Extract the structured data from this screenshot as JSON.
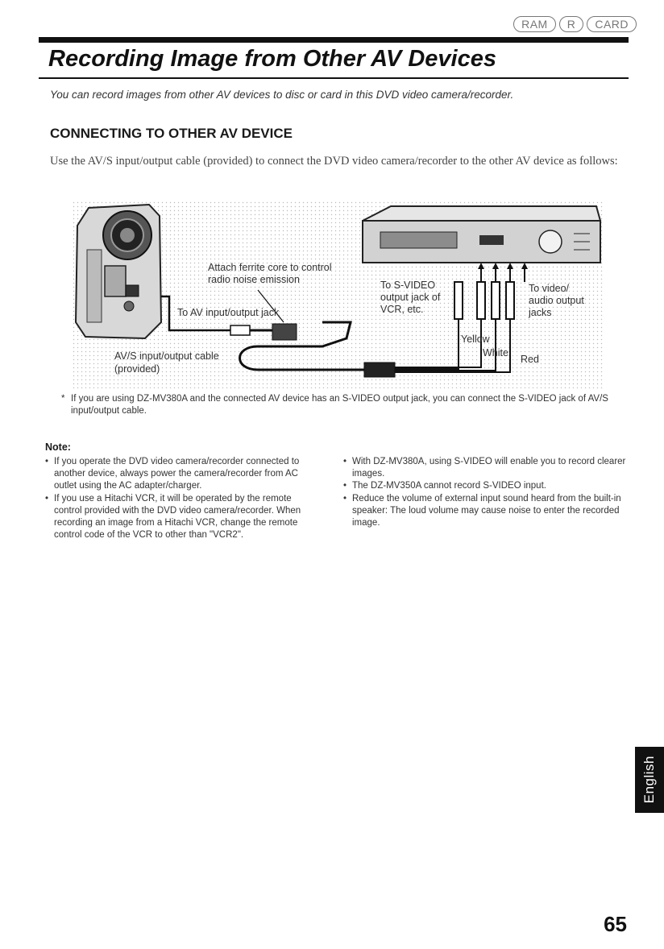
{
  "media_badges": [
    "RAM",
    "R",
    "CARD"
  ],
  "page_title": "Recording Image from Other AV Devices",
  "intro": "You can record images from other AV devices to disc or card in this DVD video camera/recorder.",
  "section_heading": "CONNECTING TO OTHER AV DEVICE",
  "section_body": "Use the AV/S input/output cable (provided) to connect the DVD video camera/recorder to the other AV device as follows:",
  "diagram": {
    "ferrite_line1": "Attach ferrite core to control",
    "ferrite_line2": "radio noise emission",
    "av_jack": "To AV input/output jack",
    "cable_line1": "AV/S input/output cable",
    "cable_line2": "(provided)",
    "svideo_line1": "To S-VIDEO",
    "svideo_line2": "output jack of",
    "svideo_line3": "VCR, etc.",
    "audio_line1": "To video/",
    "audio_line2": "audio output",
    "audio_line3": "jacks",
    "yellow": "Yellow",
    "white": "White",
    "red": "Red"
  },
  "footnote_marker": "*",
  "footnote": "If you are using DZ-MV380A and the connected AV device has an S-VIDEO output jack, you can connect the S-VIDEO jack of AV/S input/output cable.",
  "note_heading": "Note:",
  "notes_left": [
    "If you operate the DVD video camera/recorder connected to another device, always power the camera/recorder from AC outlet using the AC adapter/charger.",
    "If you use a Hitachi VCR, it will be operated by the remote control provided with the DVD video camera/recorder. When recording an image from a Hitachi VCR, change the remote control code of the VCR to other than \"VCR2\"."
  ],
  "notes_right": [
    "With DZ-MV380A, using S-VIDEO will enable you to record clearer images.",
    "The DZ-MV350A cannot record S-VIDEO input.",
    "Reduce the volume of external input sound heard from the built-in speaker: The loud volume may cause noise to enter the recorded image."
  ],
  "language_tab": "English",
  "page_number": "65"
}
